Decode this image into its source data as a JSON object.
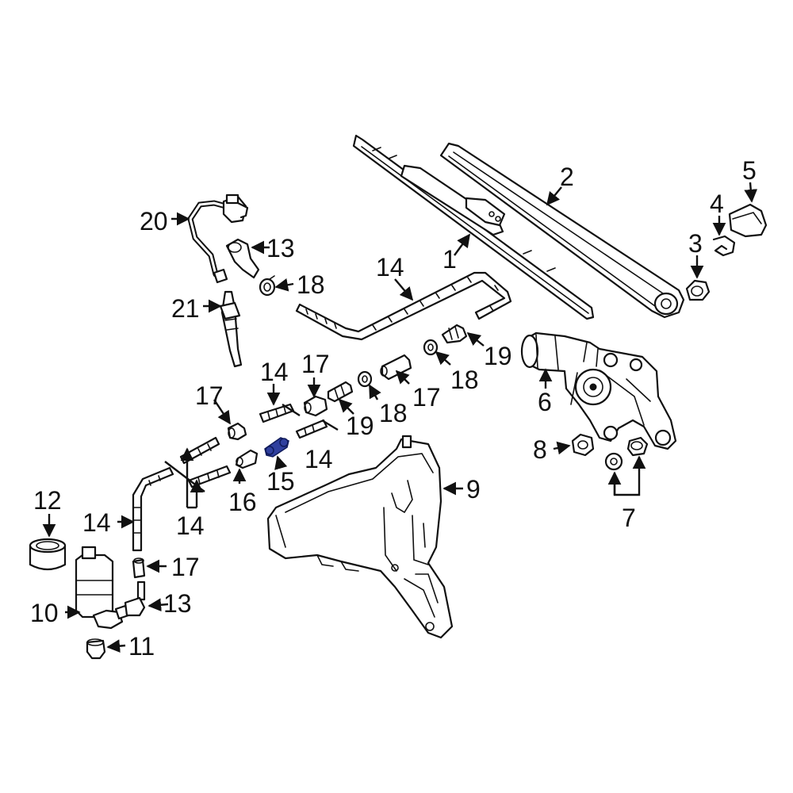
{
  "diagram": {
    "highlight_color": "#2f3f9e",
    "line_color": "#111111",
    "background": "#ffffff",
    "callouts": {
      "c1": "1",
      "c2": "2",
      "c3": "3",
      "c4": "4",
      "c5": "5",
      "c6": "6",
      "c7": "7",
      "c8": "8",
      "c9": "9",
      "c10": "10",
      "c11": "11",
      "c12": "12",
      "c13a": "13",
      "c13b": "13",
      "c14a": "14",
      "c14b": "14",
      "c14c": "14",
      "c14d": "14",
      "c14e": "14",
      "c15": "15",
      "c16": "16",
      "c17a": "17",
      "c17b": "17",
      "c17c": "17",
      "c17d": "17",
      "c18a": "18",
      "c18b": "18",
      "c18c": "18",
      "c19a": "19",
      "c19b": "19",
      "c20": "20",
      "c21": "21"
    }
  }
}
